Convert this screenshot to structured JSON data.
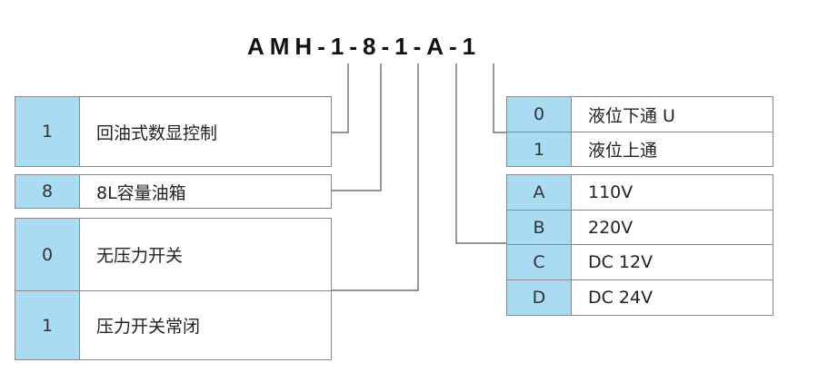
{
  "model_code": "AMH-1-8-1-A-1",
  "model_segments": [
    "A",
    "M",
    "H",
    "-",
    "1",
    "-",
    "8",
    "-",
    "1",
    "-",
    "A",
    "-",
    "1"
  ],
  "left_options": {
    "control": [
      {
        "code": "1",
        "label": "回油式数显控制"
      }
    ],
    "tank": [
      {
        "code": "8",
        "label": "8L容量油箱"
      }
    ],
    "pressure_switch": [
      {
        "code": "0",
        "label": "无压力开关"
      },
      {
        "code": "1",
        "label": "压力开关常闭"
      }
    ]
  },
  "right_options": {
    "level": [
      {
        "code": "0",
        "label": "液位下通 U"
      },
      {
        "code": "1",
        "label": "液位上通"
      }
    ],
    "voltage": [
      {
        "code": "A",
        "label": "110V"
      },
      {
        "code": "B",
        "label": "220V"
      },
      {
        "code": "C",
        "label": "DC 12V"
      },
      {
        "code": "D",
        "label": "DC 24V"
      }
    ]
  },
  "colors": {
    "code_cell": "#a9dcf2",
    "border": "#8a8a8a",
    "connector": "#555555"
  }
}
